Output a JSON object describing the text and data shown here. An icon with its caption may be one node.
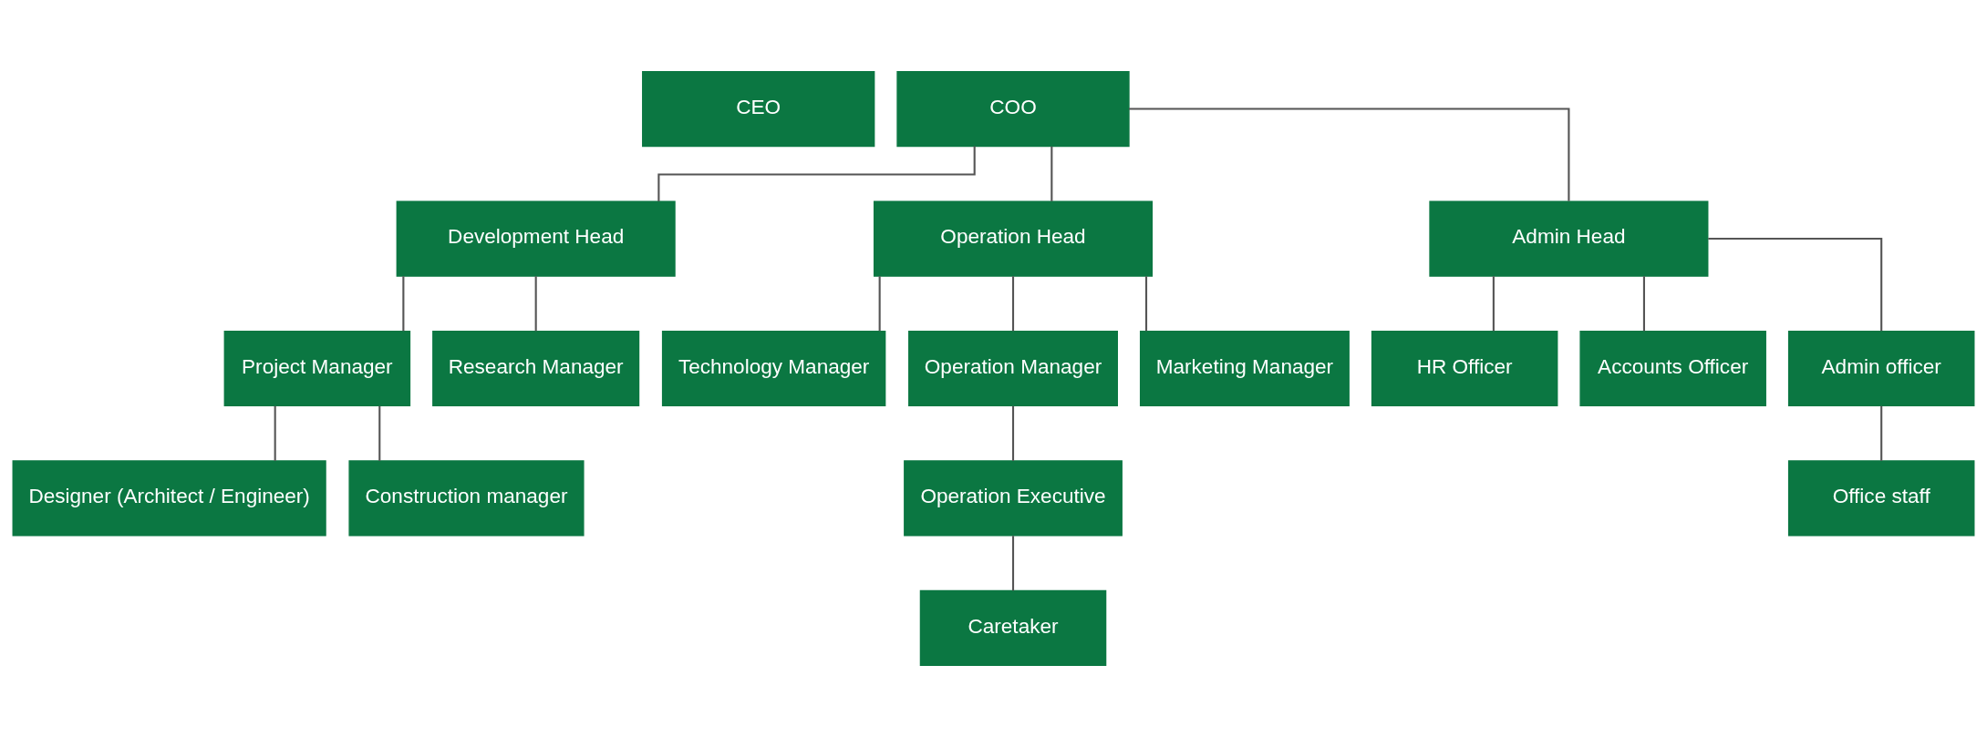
{
  "diagram": {
    "nodes": [
      {
        "text": [
          "CEO"
        ]
      },
      {
        "text": [
          "COO"
        ]
      },
      {
        "text": [
          "Development Head"
        ]
      },
      {
        "text": [
          "Operation Head"
        ]
      },
      {
        "text": [
          "Admin Head"
        ]
      },
      {
        "text": [
          "Project Manager"
        ]
      },
      {
        "text": [
          "Research Manager"
        ]
      },
      {
        "text": [
          "Technology Manager"
        ]
      },
      {
        "text": [
          "Operation Manager"
        ]
      },
      {
        "text": [
          "Marketing Manager"
        ]
      },
      {
        "text": [
          "HR Officer"
        ]
      },
      {
        "text": [
          "Accounts Officer"
        ]
      },
      {
        "text": [
          "Admin officer"
        ]
      },
      {
        "text": [
          "Designer (Architect / Engineer)"
        ]
      },
      {
        "text": [
          "Construction manager"
        ]
      },
      {
        "text": [
          "Operation Executive"
        ]
      },
      {
        "text": [
          "Office staff"
        ]
      },
      {
        "text": [
          "Caretaker"
        ]
      }
    ],
    "edges": [
      {
        "from": 1,
        "to": 2,
        "arrow": "none"
      },
      {
        "from": 1,
        "to": 3,
        "arrow": "none"
      },
      {
        "from": 1,
        "to": 4,
        "arrow": "none"
      },
      {
        "from": 2,
        "to": 5,
        "arrow": "none"
      },
      {
        "from": 2,
        "to": 6,
        "arrow": "none"
      },
      {
        "from": 3,
        "to": 7,
        "arrow": "none"
      },
      {
        "from": 3,
        "to": 8,
        "arrow": "none"
      },
      {
        "from": 3,
        "to": 9,
        "arrow": "none"
      },
      {
        "from": 4,
        "to": 10,
        "arrow": "none"
      },
      {
        "from": 4,
        "to": 11,
        "arrow": "none"
      },
      {
        "from": 4,
        "to": 12,
        "arrow": "none"
      },
      {
        "from": 5,
        "to": 13,
        "arrow": "none"
      },
      {
        "from": 5,
        "to": 14,
        "arrow": "none"
      },
      {
        "from": 8,
        "to": 15,
        "arrow": "none"
      },
      {
        "from": 15,
        "to": 17,
        "arrow": "none"
      },
      {
        "from": 12,
        "to": 16,
        "arrow": "none"
      }
    ]
  }
}
